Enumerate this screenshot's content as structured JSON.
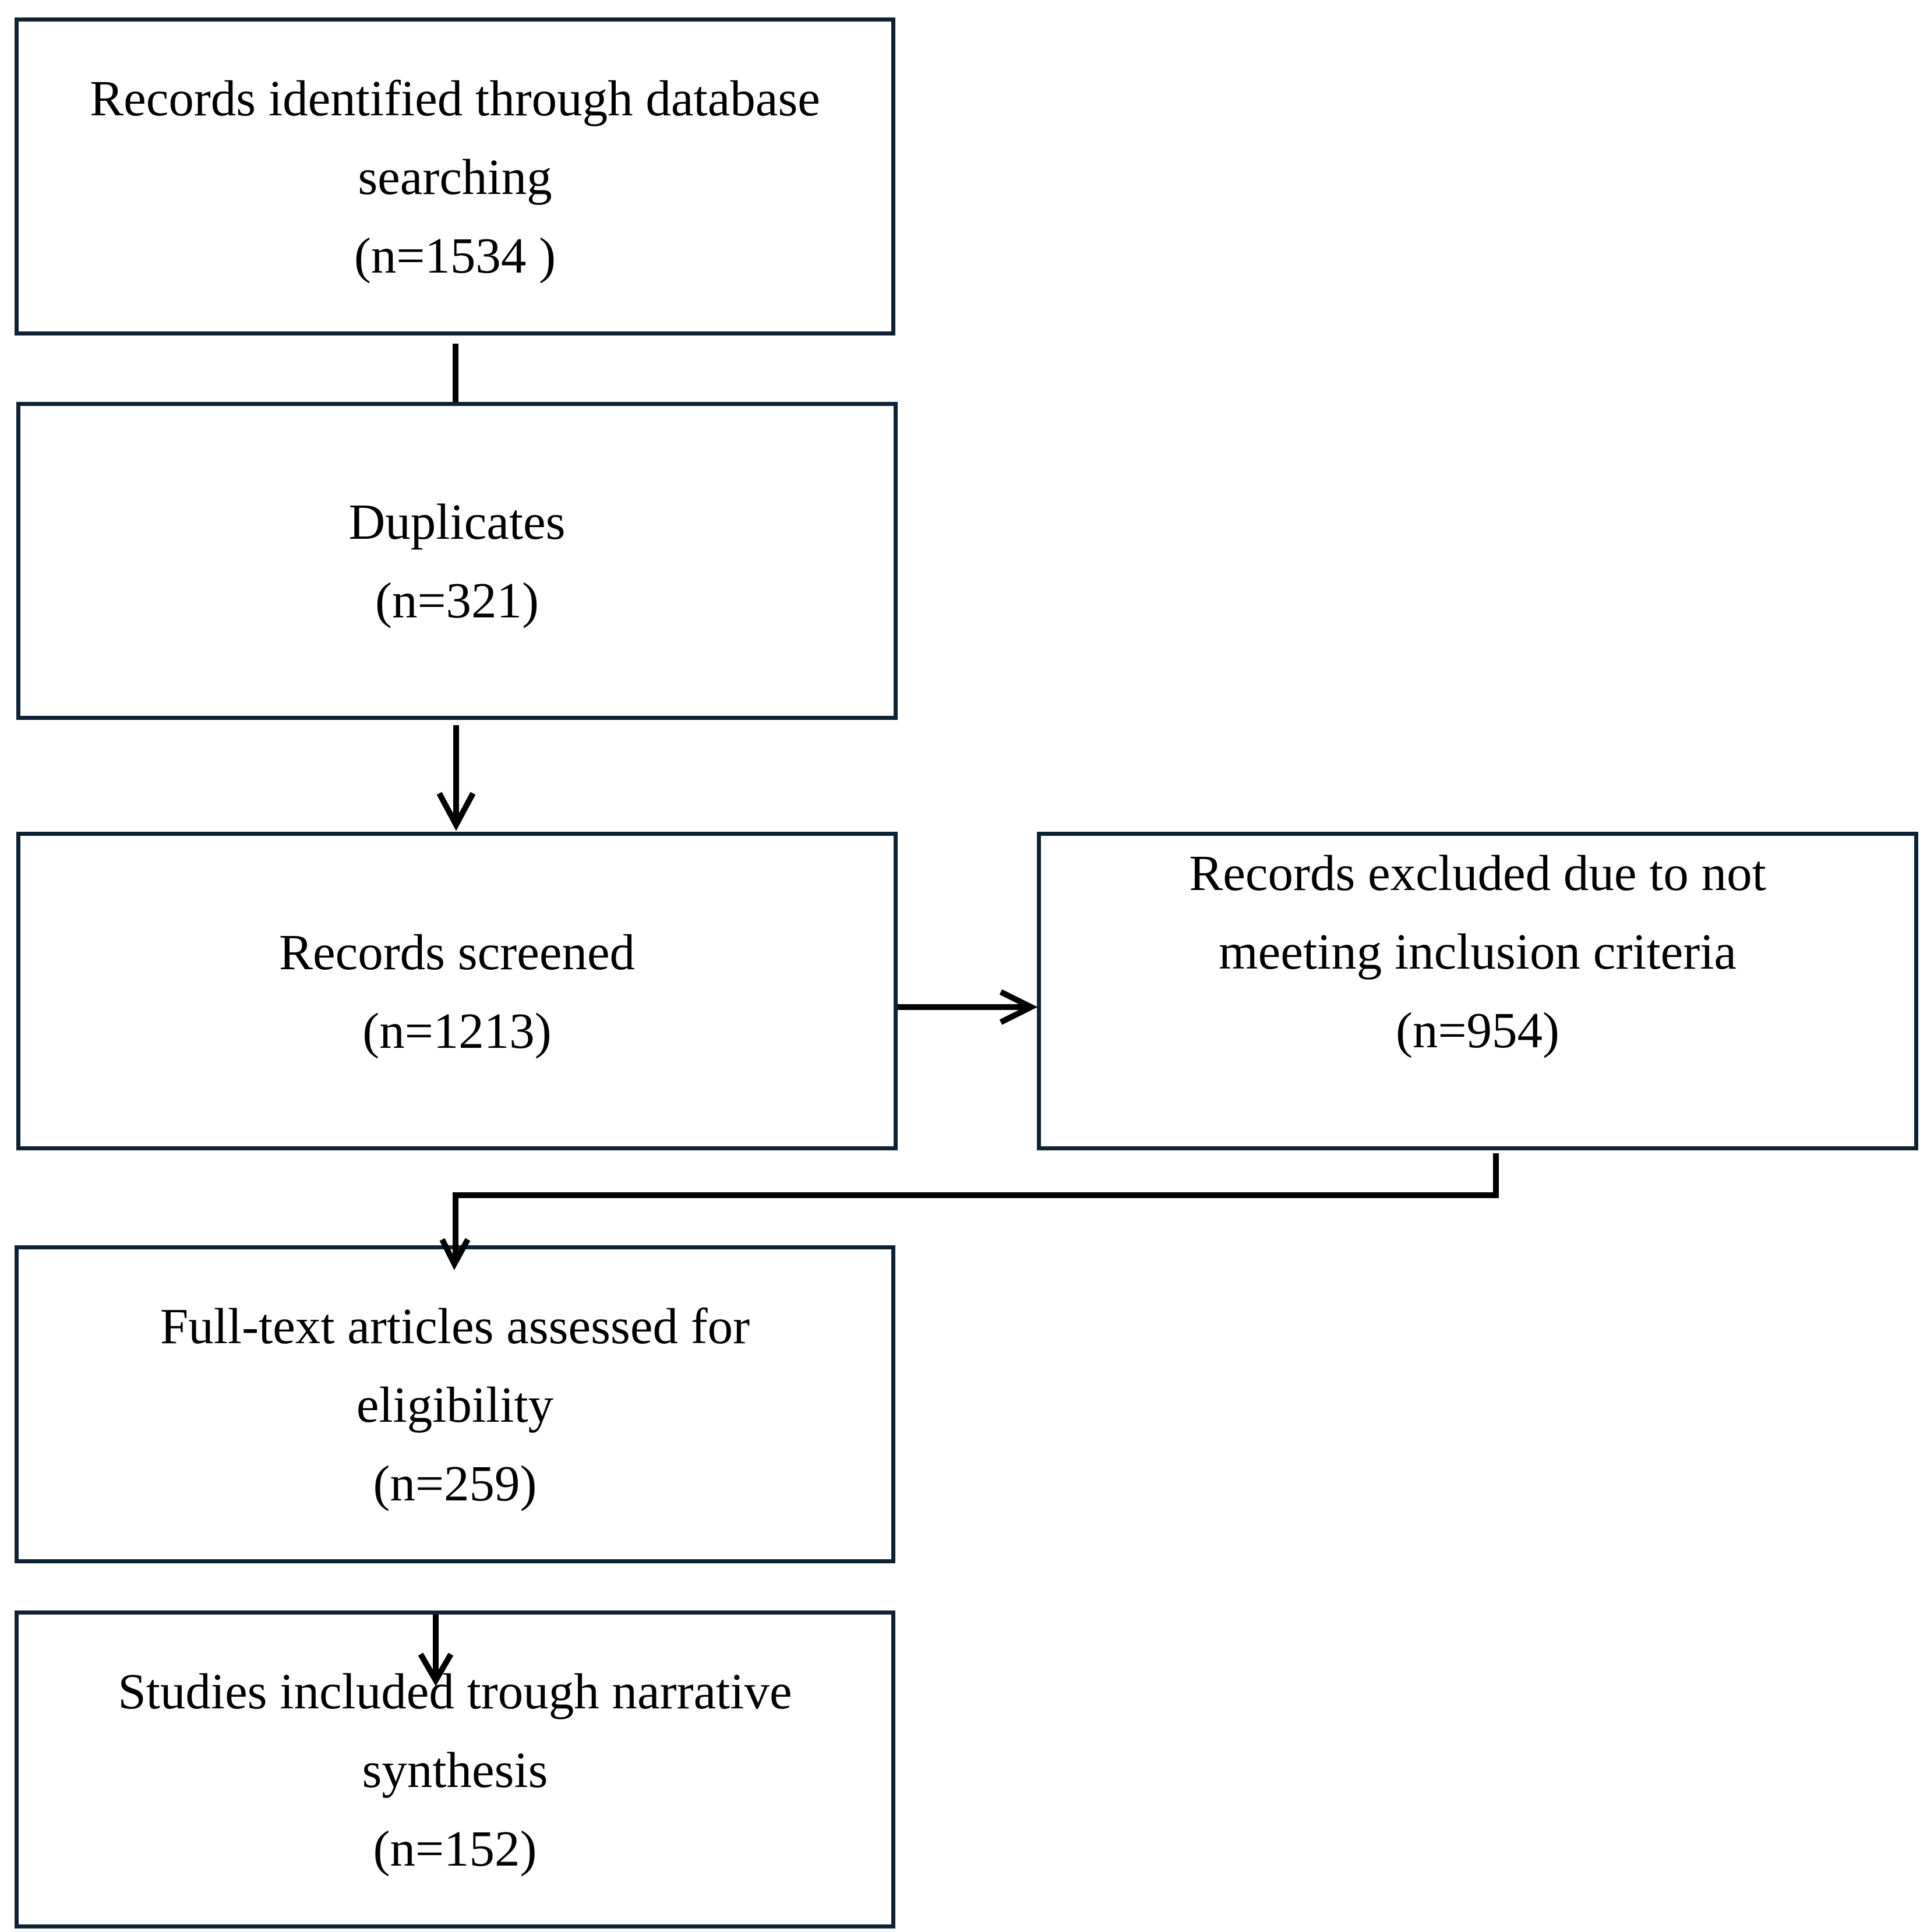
{
  "flowchart": {
    "identified": {
      "lines": [
        "Records identified through database",
        "searching",
        "(n=1534 )"
      ]
    },
    "duplicates": {
      "lines": [
        "Duplicates",
        "(n=321)"
      ]
    },
    "screened": {
      "lines": [
        "Records screened",
        "(n=1213)"
      ]
    },
    "excluded": {
      "lines": [
        "Records excluded due to not",
        "meeting inclusion criteria",
        "(n=954)"
      ]
    },
    "full_text": {
      "lines": [
        "Full-text articles assessed for",
        "eligibility",
        "(n=259)"
      ]
    },
    "included": {
      "lines": [
        "Studies included trough narrative",
        "synthesis",
        "(n=152)"
      ]
    },
    "colors": {
      "box_border": "#0f2233",
      "arrow": "#000000",
      "text": "#000000",
      "background": "#ffffff"
    }
  }
}
